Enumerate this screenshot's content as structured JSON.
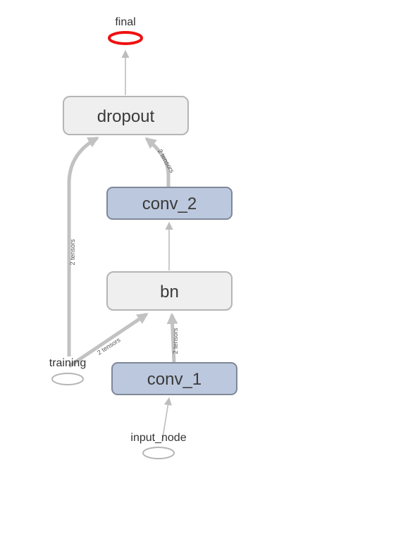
{
  "nodes": {
    "final": {
      "label": "final"
    },
    "dropout": {
      "label": "dropout"
    },
    "conv_2": {
      "label": "conv_2"
    },
    "bn": {
      "label": "bn"
    },
    "conv_1": {
      "label": "conv_1"
    },
    "training": {
      "label": "training"
    },
    "input_node": {
      "label": "input_node"
    }
  },
  "edges": {
    "training_to_dropout": {
      "label": "2 tensors"
    },
    "training_to_bn": {
      "label": "2 tensors"
    },
    "conv_1_to_bn": {
      "label": "2 tensors"
    },
    "conv_2_to_dropout": {
      "label": "2 tensors"
    }
  },
  "colors": {
    "op_node_fill": "#efefef",
    "op_node_stroke": "#b5b5b5",
    "series_node_fill": "#bcc8dd",
    "series_node_stroke": "#7f8799",
    "output_highlight": "#ef1010",
    "edge": "#c2c2c2"
  }
}
